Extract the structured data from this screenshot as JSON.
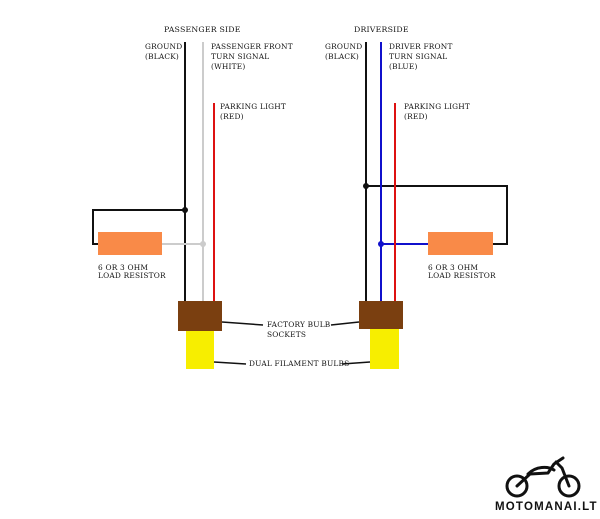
{
  "colors": {
    "ground_wire": "#111111",
    "passenger_turn_wire": "#cccccc",
    "driver_turn_wire": "#1010cc",
    "parking_wire": "#dd1111",
    "resistor_fill": "#f98a48",
    "socket_fill": "#7a3f10",
    "bulb_fill": "#f7ee00",
    "background": "#ffffff"
  },
  "passenger": {
    "title": "PASSENGER SIDE",
    "ground": [
      "GROUND",
      "(BLACK)"
    ],
    "turn_signal": [
      "PASSENGER FRONT",
      "TURN SIGNAL",
      "(WHITE)"
    ],
    "parking": [
      "PARKING LIGHT",
      "(RED)"
    ],
    "resistor": [
      "6 OR 3 OHM",
      "LOAD RESISTOR"
    ]
  },
  "driver": {
    "title": "DRIVERSIDE",
    "ground": [
      "GROUND",
      "(BLACK)"
    ],
    "turn_signal": [
      "DRIVER FRONT",
      "TURN SIGNAL",
      "(BLUE)"
    ],
    "parking": [
      "PARKING LIGHT",
      "(RED)"
    ],
    "resistor": [
      "6 OR 3 OHM",
      "LOAD RESISTOR"
    ]
  },
  "callouts": {
    "sockets": [
      "FACTORY BULB",
      "SOCKETS"
    ],
    "bulbs": "DUAL FILAMENT BULBS"
  },
  "logo": {
    "text": "MOTOMANAI.LT",
    "icon": "motorcycle-icon"
  }
}
